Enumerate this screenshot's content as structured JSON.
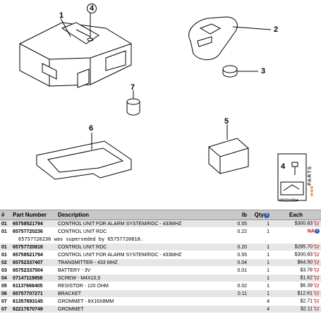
{
  "diagram": {
    "callouts": [
      "1",
      "4",
      "2",
      "3",
      "7",
      "6",
      "5",
      "4"
    ],
    "side_tab_label": "PARTS",
    "diagram_id": "00231984"
  },
  "table": {
    "headers": {
      "num": "#",
      "part_number": "Part Number",
      "description": "Description",
      "lb": "lb",
      "qty": "Qty",
      "each": "Each"
    },
    "rows": [
      {
        "num": "01",
        "part": "65758521794",
        "desc": "CONTROL UNIT FOR ALARM SYSTEM/RDC - 433MHZ",
        "lb": "0.55",
        "qty": "1",
        "each": "$300.83",
        "icon": "cart-icon"
      },
      {
        "num": "01",
        "part": "65757720236",
        "desc": "CONTROL UNIT RDC",
        "lb": "0.22",
        "qty": "1",
        "each": "NA",
        "icon": "info-icon"
      },
      {
        "note": "65757720236 was superseded by 65757720818."
      },
      {
        "num": "01",
        "part": "65757720818",
        "desc": "CONTROL UNIT RDC",
        "lb": "0.20",
        "qty": "1",
        "each": "$285.70",
        "icon": "cart-icon"
      },
      {
        "num": "01",
        "part": "65758521794",
        "desc": "CONTROL UNIT FOR ALARM SYSTEM/RDC - 433MHZ",
        "lb": "0.55",
        "qty": "1",
        "each": "$300.83",
        "icon": "cart-icon"
      },
      {
        "num": "02",
        "part": "65752337407",
        "desc": "TRANSMITTER - 433 MHZ",
        "lb": "0.04",
        "qty": "1",
        "each": "$64.50",
        "icon": "cart-icon"
      },
      {
        "num": "03",
        "part": "65752337504",
        "desc": "BATTERY - 3V",
        "lb": "0.01",
        "qty": "1",
        "each": "$3.76",
        "icon": "cart-icon"
      },
      {
        "num": "04",
        "part": "07147119858",
        "desc": "SCREW - M4X10,5",
        "lb": "",
        "qty": "1",
        "each": "$1.62",
        "icon": "cart-icon"
      },
      {
        "num": "05",
        "part": "61137668405",
        "desc": "RESISTOR - 120 OHM",
        "lb": "0.02",
        "qty": "1",
        "each": "$6.39",
        "icon": "cart-icon"
      },
      {
        "num": "06",
        "part": "65757707271",
        "desc": "BRACKET",
        "lb": "0.11",
        "qty": "1",
        "each": "$12.61",
        "icon": "cart-icon"
      },
      {
        "num": "07",
        "part": "61357693145",
        "desc": "GROMMET - 8X16X8MM",
        "lb": "",
        "qty": "4",
        "each": "$2.71",
        "icon": "cart-icon"
      },
      {
        "num": "07",
        "part": "62217670749",
        "desc": "GROMMET",
        "lb": "",
        "qty": "4",
        "each": "$2.11",
        "icon": "cart-icon"
      }
    ]
  },
  "colors": {
    "header_bg": "#c8c8c8",
    "alt_row": "#e6e6e6",
    "na": "#d00000",
    "info": "#2b5bb5"
  }
}
